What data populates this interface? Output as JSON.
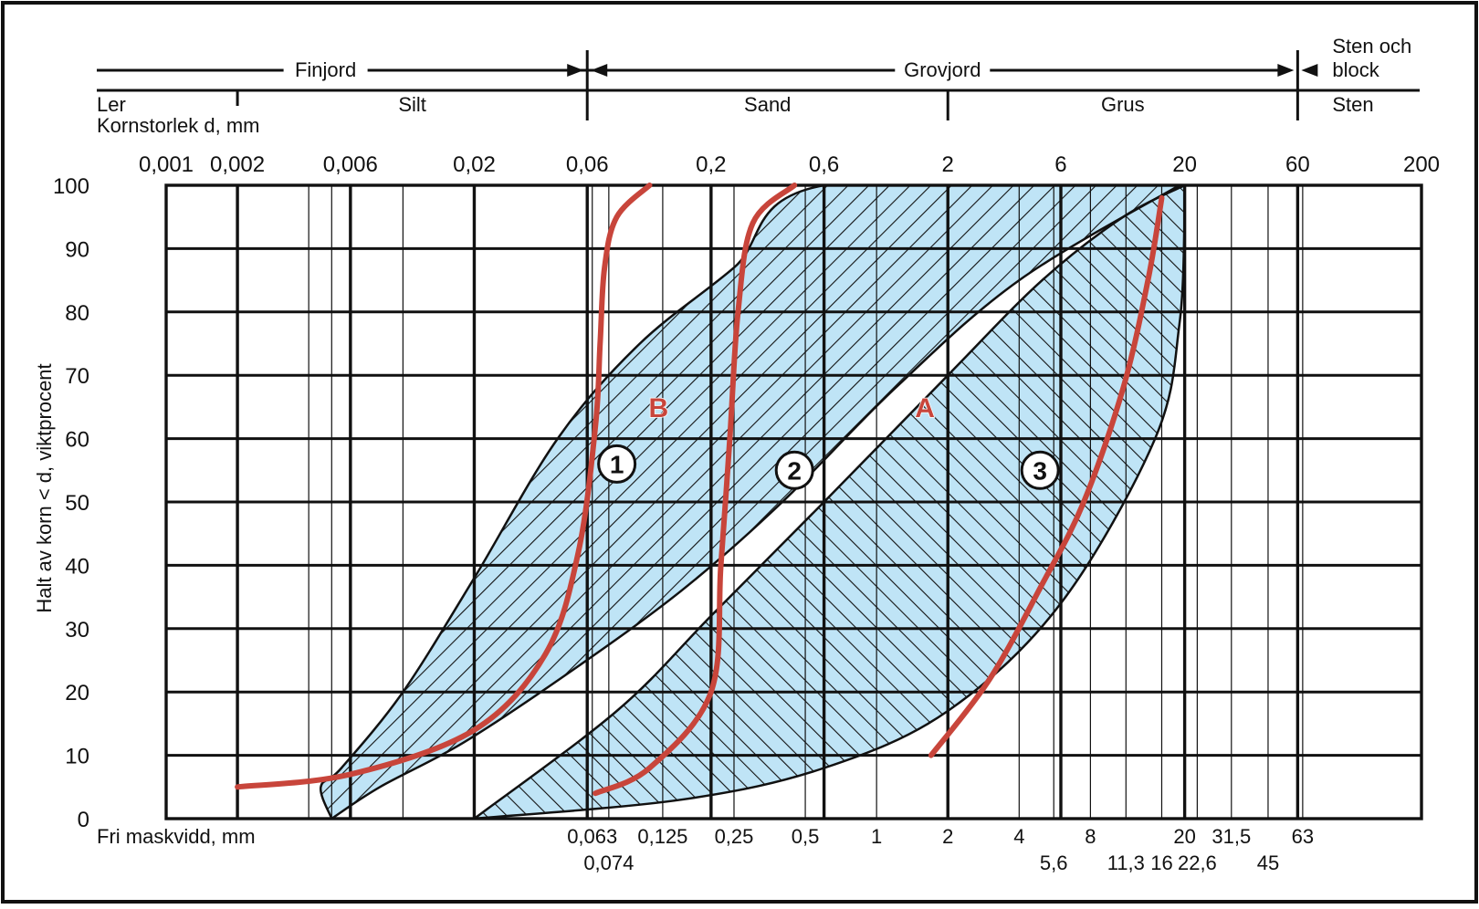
{
  "chart_data": {
    "type": "line",
    "xscale": "log",
    "xlim": [
      0.001,
      200
    ],
    "ylim": [
      0,
      100
    ],
    "grid": true,
    "ylabel": "Halt av korn < d, viktprocent",
    "top_axis_label": "Kornstorlek d, mm",
    "bottom_axis_label": "Fri maskvidd, mm",
    "classes_upper": [
      {
        "label": "Finjord",
        "from": 0.001,
        "to": 0.06
      },
      {
        "label": "Grovjord",
        "from": 0.06,
        "to": 60
      },
      {
        "label": "Sten och block",
        "from": 60,
        "to": 200
      }
    ],
    "classes_lower": [
      {
        "label": "Ler",
        "from": 0.001,
        "to": 0.002
      },
      {
        "label": "Silt",
        "from": 0.002,
        "to": 0.06
      },
      {
        "label": "Sand",
        "from": 0.06,
        "to": 2
      },
      {
        "label": "Grus",
        "from": 2,
        "to": 60
      },
      {
        "label": "Sten",
        "from": 60,
        "to": 200
      }
    ],
    "top_ticks": [
      {
        "v": 0.001,
        "label": "0,001"
      },
      {
        "v": 0.002,
        "label": "0,002"
      },
      {
        "v": 0.006,
        "label": "0,006"
      },
      {
        "v": 0.02,
        "label": "0,02"
      },
      {
        "v": 0.06,
        "label": "0,06"
      },
      {
        "v": 0.2,
        "label": "0,2"
      },
      {
        "v": 0.6,
        "label": "0,6"
      },
      {
        "v": 2,
        "label": "2"
      },
      {
        "v": 6,
        "label": "6"
      },
      {
        "v": 20,
        "label": "20"
      },
      {
        "v": 60,
        "label": "60"
      },
      {
        "v": 200,
        "label": "200"
      }
    ],
    "bottom_ticks_row1": [
      {
        "v": 0.063,
        "label": "0,063"
      },
      {
        "v": 0.125,
        "label": "0,125"
      },
      {
        "v": 0.25,
        "label": "0,25"
      },
      {
        "v": 0.5,
        "label": "0,5"
      },
      {
        "v": 1,
        "label": "1"
      },
      {
        "v": 2,
        "label": "2"
      },
      {
        "v": 4,
        "label": "4"
      },
      {
        "v": 8,
        "label": "8"
      },
      {
        "v": 20,
        "label": "20"
      },
      {
        "v": 31.5,
        "label": "31,5"
      },
      {
        "v": 63,
        "label": "63"
      }
    ],
    "bottom_ticks_row2": [
      {
        "v": 0.074,
        "label": "0,074"
      },
      {
        "v": 5.6,
        "label": "5,6"
      },
      {
        "v": 11.3,
        "label": "11,3"
      },
      {
        "v": 16,
        "label": "16"
      },
      {
        "v": 22.6,
        "label": "22,6"
      },
      {
        "v": 45,
        "label": "45"
      }
    ],
    "y_ticks": [
      0,
      10,
      20,
      30,
      40,
      50,
      60,
      70,
      80,
      90,
      100
    ],
    "bold_gridlines": [
      0.002,
      0.006,
      0.02,
      0.06,
      0.2,
      0.6,
      2,
      6,
      20,
      60
    ],
    "thin_gridlines": [
      0.004,
      0.005,
      0.01,
      0.063,
      0.074,
      0.125,
      0.25,
      0.5,
      1,
      4,
      5.6,
      8,
      11.3,
      16,
      22.6,
      31.5,
      45,
      63
    ],
    "fill_color": "#bfe4f6",
    "curve_color": "#c8453b",
    "zones": [
      {
        "label": "B",
        "upper": [
          [
            0.005,
            0
          ],
          [
            0.0045,
            5
          ],
          [
            0.0055,
            8
          ],
          [
            0.01,
            20
          ],
          [
            0.02,
            38
          ],
          [
            0.045,
            60
          ],
          [
            0.1,
            75
          ],
          [
            0.25,
            87
          ],
          [
            0.6,
            100
          ],
          [
            20,
            100
          ]
        ],
        "lower": [
          [
            0.005,
            0
          ],
          [
            0.008,
            5
          ],
          [
            0.018,
            12
          ],
          [
            0.05,
            23
          ],
          [
            0.15,
            36
          ],
          [
            0.4,
            50
          ],
          [
            1.2,
            68
          ],
          [
            4,
            85
          ],
          [
            19,
            100
          ]
        ]
      },
      {
        "label": "A",
        "upper": [
          [
            0.02,
            0
          ],
          [
            0.08,
            17
          ],
          [
            0.2,
            32
          ],
          [
            0.6,
            50
          ],
          [
            2,
            70
          ],
          [
            5,
            85
          ],
          [
            11,
            95
          ],
          [
            20,
            100
          ]
        ],
        "lower": [
          [
            0.02,
            0
          ],
          [
            0.15,
            3
          ],
          [
            0.6,
            8
          ],
          [
            2,
            17
          ],
          [
            6,
            34
          ],
          [
            15,
            60
          ],
          [
            19,
            78
          ],
          [
            20,
            95
          ]
        ]
      }
    ],
    "series": [
      {
        "name": "1",
        "points": [
          [
            0.002,
            5
          ],
          [
            0.006,
            7
          ],
          [
            0.02,
            14
          ],
          [
            0.04,
            26
          ],
          [
            0.055,
            42
          ],
          [
            0.065,
            62
          ],
          [
            0.068,
            75
          ],
          [
            0.071,
            87
          ],
          [
            0.08,
            95
          ],
          [
            0.11,
            100
          ]
        ]
      },
      {
        "name": "2",
        "points": [
          [
            0.065,
            4
          ],
          [
            0.11,
            8
          ],
          [
            0.2,
            20
          ],
          [
            0.22,
            40
          ],
          [
            0.24,
            60
          ],
          [
            0.26,
            80
          ],
          [
            0.3,
            94
          ],
          [
            0.45,
            100
          ]
        ]
      },
      {
        "name": "3",
        "points": [
          [
            1.7,
            10
          ],
          [
            3,
            22
          ],
          [
            5,
            37
          ],
          [
            7.5,
            50
          ],
          [
            11,
            68
          ],
          [
            14,
            85
          ],
          [
            16,
            98
          ]
        ]
      }
    ],
    "labels": [
      {
        "text": "B",
        "x": 0.12,
        "y": 65
      },
      {
        "text": "A",
        "x": 1.6,
        "y": 65
      }
    ],
    "markers": [
      {
        "text": "1",
        "x": 0.08,
        "y": 56
      },
      {
        "text": "2",
        "x": 0.45,
        "y": 55
      },
      {
        "text": "3",
        "x": 4.9,
        "y": 55
      }
    ]
  }
}
